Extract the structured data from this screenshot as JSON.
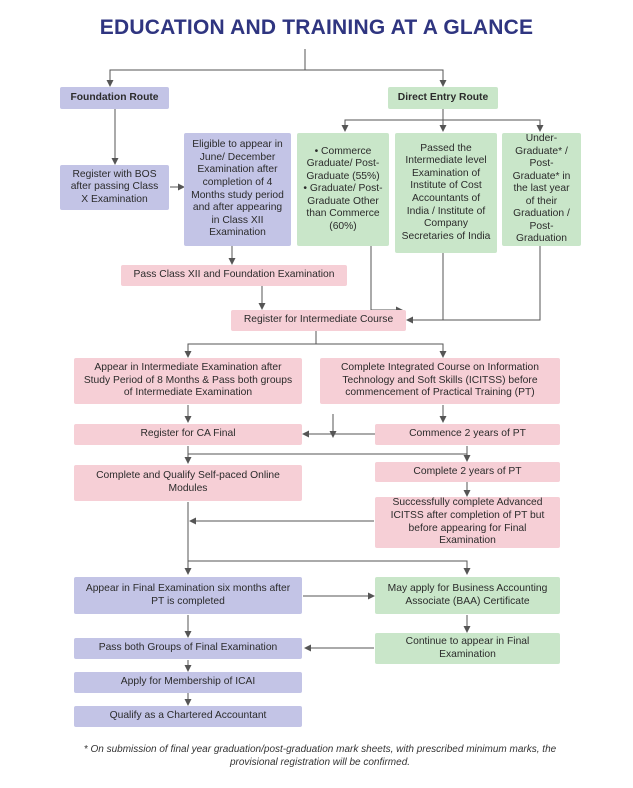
{
  "title": "EDUCATION AND TRAINING AT A GLANCE",
  "colors": {
    "title": "#2f3580",
    "pink": "#f6cfd6",
    "green": "#c9e6c9",
    "lavender": "#c3c4e6",
    "line": "#555555"
  },
  "routes": {
    "foundation": "Foundation Route",
    "direct": "Direct Entry Route"
  },
  "nodes": {
    "register_bos": "Register with BOS after passing Class X Examination",
    "eligible": "Eligible to appear in June/ December Examination after completion of 4 Months study period and after appearing in Class XII Examination",
    "commerce_1": "• Commerce Graduate/ Post-Graduate (55%)",
    "commerce_2": "• Graduate/ Post-Graduate Other than Commerce (60%)",
    "passed_intermediate": "Passed the Intermediate level Examination of Institute of Cost Accountants of India / Institute of Company Secretaries of India",
    "undergraduate": "Under-Graduate* / Post-Graduate* in the last year of their Graduation / Post-Graduation",
    "pass_class_xii": "Pass Class XII and Foundation Examination",
    "register_intermediate": "Register for Intermediate Course",
    "appear_intermediate": "Appear in Intermediate Examination after Study Period of 8 Months & Pass both groups of Intermediate Examination",
    "icitss": "Complete Integrated Course on Information Technology and Soft Skills (ICITSS) before commencement of Practical Training (PT)",
    "register_ca_final": "Register for CA Final",
    "commence_pt": "Commence 2 years of PT",
    "self_paced": "Complete and Qualify Self-paced Online Modules",
    "complete_pt": "Complete 2 years of PT",
    "advanced_icitss": "Successfully complete Advanced ICITSS after completion of PT but before appearing for Final Examination",
    "appear_final": "Appear in Final Examination six months after PT is completed",
    "baa": "May apply for Business Accounting Associate (BAA) Certificate",
    "continue_final": "Continue to appear in Final Examination",
    "pass_final": "Pass both Groups of Final Examination",
    "membership": "Apply for Membership of ICAI",
    "qualify_ca": "Qualify as a Chartered Accountant"
  },
  "footnote": "* On submission of final year graduation/post-graduation mark sheets, with prescribed minimum marks, the provisional registration will be confirmed."
}
